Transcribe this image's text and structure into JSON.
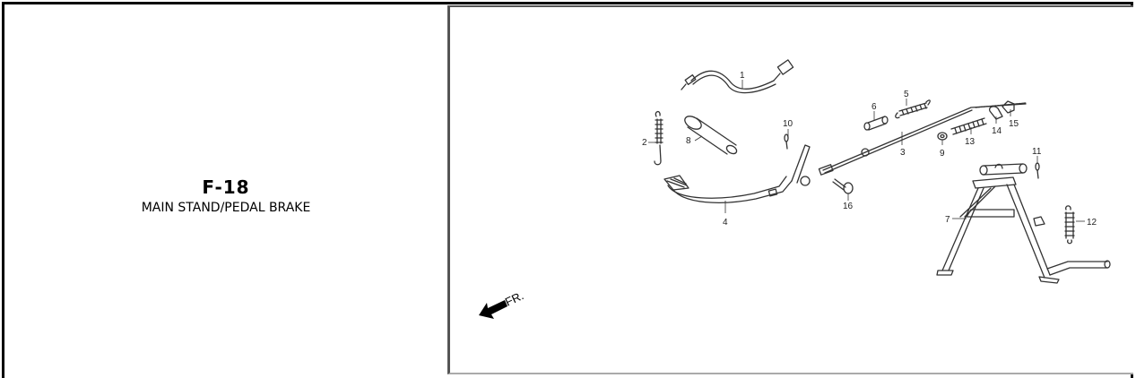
{
  "page": {
    "code": "F-18",
    "title": "MAIN STAND/PEDAL BRAKE"
  },
  "diagram": {
    "direction_label": "FR.",
    "parts": [
      {
        "no": "1",
        "name": "switch-wire"
      },
      {
        "no": "2",
        "name": "spring"
      },
      {
        "no": "3",
        "name": "brake-rod"
      },
      {
        "no": "4",
        "name": "brake-pedal"
      },
      {
        "no": "5",
        "name": "spring"
      },
      {
        "no": "6",
        "name": "collar"
      },
      {
        "no": "7",
        "name": "main-stand"
      },
      {
        "no": "8",
        "name": "pivot-pin"
      },
      {
        "no": "9",
        "name": "washer"
      },
      {
        "no": "10",
        "name": "cotter-pin"
      },
      {
        "no": "11",
        "name": "cotter-pin"
      },
      {
        "no": "12",
        "name": "stand-spring"
      },
      {
        "no": "13",
        "name": "rod-spring"
      },
      {
        "no": "14",
        "name": "joint"
      },
      {
        "no": "15",
        "name": "adjusting-nut"
      },
      {
        "no": "16",
        "name": "pin"
      }
    ]
  }
}
